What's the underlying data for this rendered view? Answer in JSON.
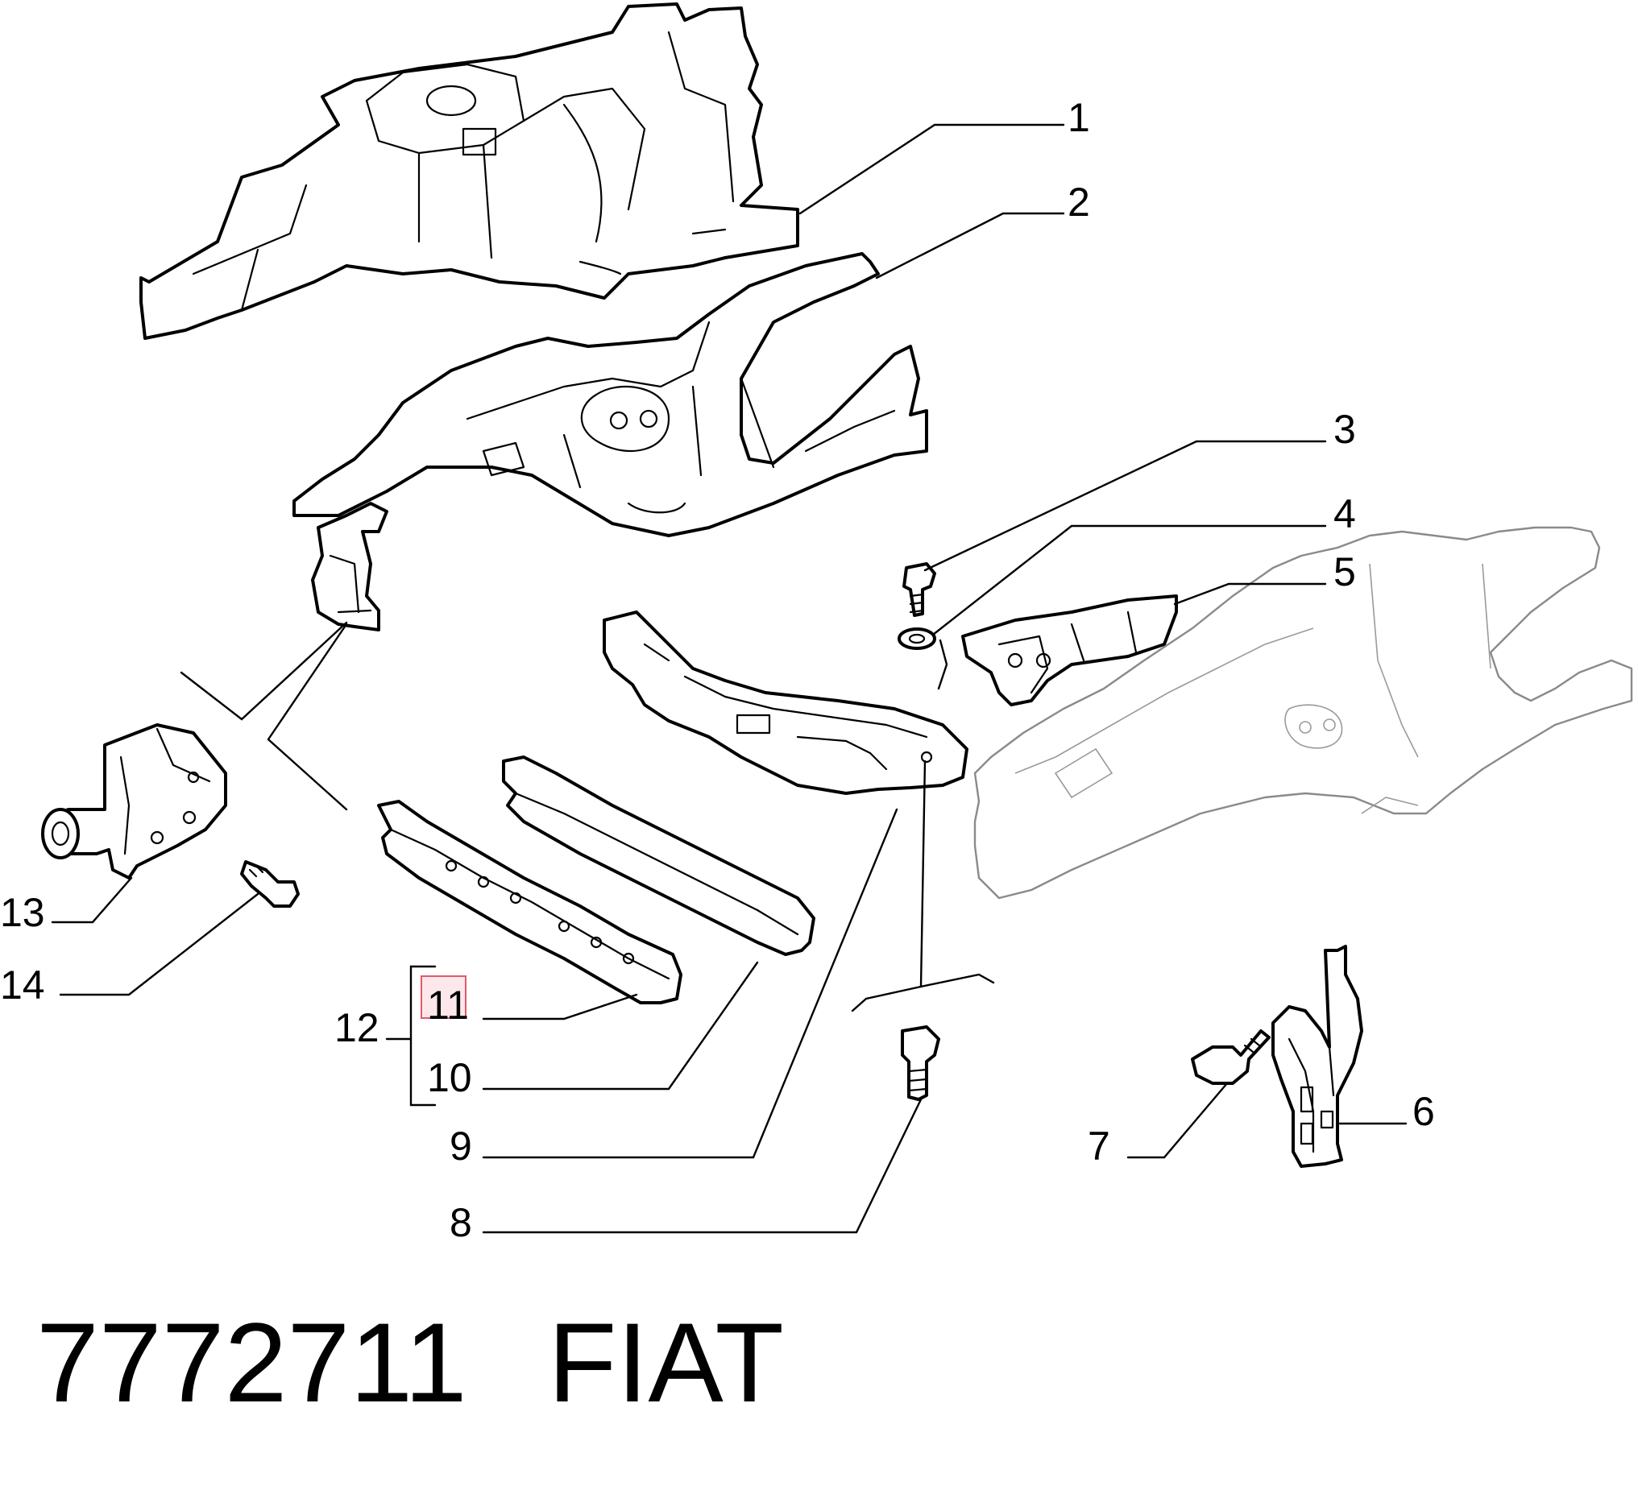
{
  "callouts": [
    {
      "id": "1",
      "label": "1"
    },
    {
      "id": "2",
      "label": "2"
    },
    {
      "id": "3",
      "label": "3"
    },
    {
      "id": "4",
      "label": "4"
    },
    {
      "id": "5",
      "label": "5"
    },
    {
      "id": "6",
      "label": "6"
    },
    {
      "id": "7",
      "label": "7"
    },
    {
      "id": "8",
      "label": "8"
    },
    {
      "id": "9",
      "label": "9"
    },
    {
      "id": "10",
      "label": "10"
    },
    {
      "id": "11",
      "label": "11"
    },
    {
      "id": "12",
      "label": "12"
    },
    {
      "id": "13",
      "label": "13"
    },
    {
      "id": "14",
      "label": "14"
    }
  ],
  "highlighted_callout": "11",
  "footer": {
    "part_number": "7772711",
    "brand": "FIAT"
  },
  "colors": {
    "line": "#000000",
    "ghost_line": "#8a8a8a",
    "highlight_fill": "#fde7ea",
    "highlight_stroke": "#e05a6c",
    "background": "#ffffff"
  }
}
